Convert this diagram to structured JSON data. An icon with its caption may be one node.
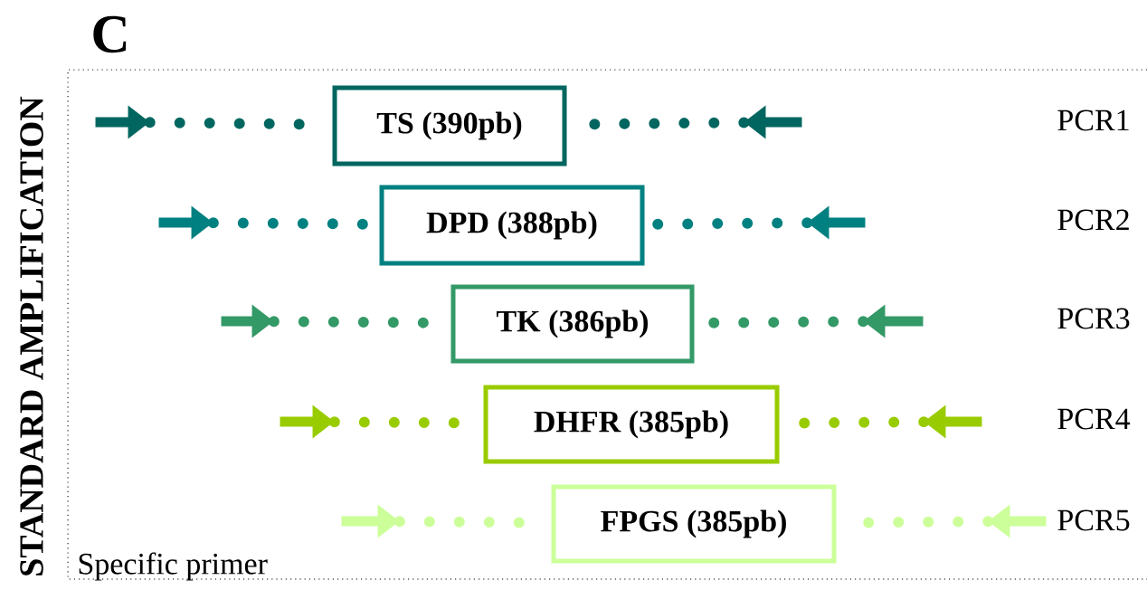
{
  "diagram": {
    "nodes": [
      {
        "text": [],
        "shape": "arrow"
      },
      {
        "text": [
          "TS (390pb)"
        ]
      },
      {
        "text": [],
        "shape": "arrow"
      },
      {
        "text": [],
        "shape": "arrow"
      },
      {
        "text": [
          "DPD (388pb)"
        ]
      },
      {
        "text": [],
        "shape": "arrow"
      },
      {
        "text": [],
        "shape": "arrow"
      },
      {
        "text": [
          "TK (386pb)"
        ]
      },
      {
        "text": [],
        "shape": "arrow"
      },
      {
        "text": [],
        "shape": "arrow"
      },
      {
        "text": [
          "DHFR (385pb)"
        ]
      },
      {
        "text": [],
        "shape": "arrow"
      },
      {
        "text": [],
        "shape": "arrow"
      },
      {
        "text": [
          "FPGS (385pb)"
        ]
      },
      {
        "text": [],
        "shape": "arrow"
      }
    ],
    "edges": [
      {
        "from": 0,
        "to": 1,
        "arrow": "none",
        "color": "#00665f"
      },
      {
        "from": 2,
        "to": 1,
        "arrow": "none",
        "color": "#00665f"
      },
      {
        "from": 3,
        "to": 4,
        "arrow": "none",
        "color": "#008080"
      },
      {
        "from": 5,
        "to": 4,
        "arrow": "none",
        "color": "#008080"
      },
      {
        "from": 6,
        "to": 7,
        "arrow": "none",
        "color": "#339966"
      },
      {
        "from": 8,
        "to": 7,
        "arrow": "none",
        "color": "#339966"
      },
      {
        "from": 9,
        "to": 10,
        "arrow": "none",
        "color": "#99cc00"
      },
      {
        "from": 11,
        "to": 10,
        "arrow": "none",
        "color": "#99cc00"
      },
      {
        "from": 12,
        "to": 13,
        "arrow": "none",
        "color": "#ccff99"
      },
      {
        "from": 14,
        "to": 13,
        "arrow": "none",
        "color": "#ccff99"
      }
    ],
    "labels": [
      "C",
      "STANDARD AMPLIFICATION",
      "PCR1",
      "PCR2",
      "PCR3",
      "PCR4",
      "PCR5",
      "Specific primer"
    ]
  }
}
